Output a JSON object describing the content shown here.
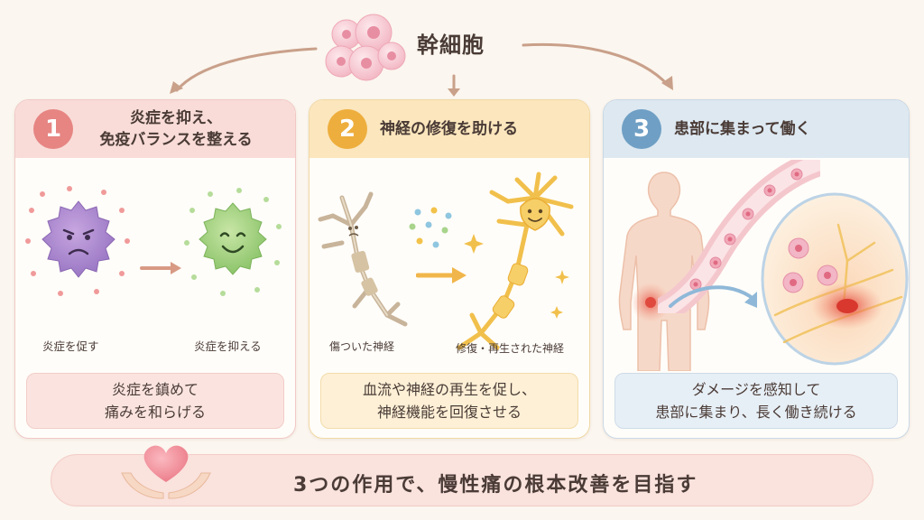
{
  "header": {
    "title": "幹細胞"
  },
  "cards": [
    {
      "number": "1",
      "title_line1": "炎症を抑え、",
      "title_line2": "免疫バランスを整える",
      "left_caption": "炎症を促す",
      "right_caption": "炎症を抑える",
      "footer_line1": "炎症を鎮めて",
      "footer_line2": "痛みを和らげる"
    },
    {
      "number": "2",
      "title": "神経の修復を助ける",
      "left_caption": "傷ついた神経",
      "right_caption": "修復・再生された神経",
      "footer_line1": "血流や神経の再生を促し、",
      "footer_line2": "神経機能を回復させる"
    },
    {
      "number": "3",
      "title": "患部に集まって働く",
      "footer_line1": "ダメージを感知して",
      "footer_line2": "患部に集まり、長く働き続ける"
    }
  ],
  "banner": {
    "text": "3つの作用で、慢性痛の根本改善を目指す"
  },
  "colors": {
    "card1_accent": "#e68582",
    "card2_accent": "#eeae3d",
    "card3_accent": "#6f9fc4",
    "background": "#fbf6ef"
  },
  "icons": [
    "stem-cell-cluster-icon",
    "angry-immune-cell-icon",
    "happy-immune-cell-icon",
    "damaged-neuron-icon",
    "repaired-neuron-icon",
    "human-body-icon",
    "blood-vessel-icon",
    "heart-hands-icon"
  ]
}
